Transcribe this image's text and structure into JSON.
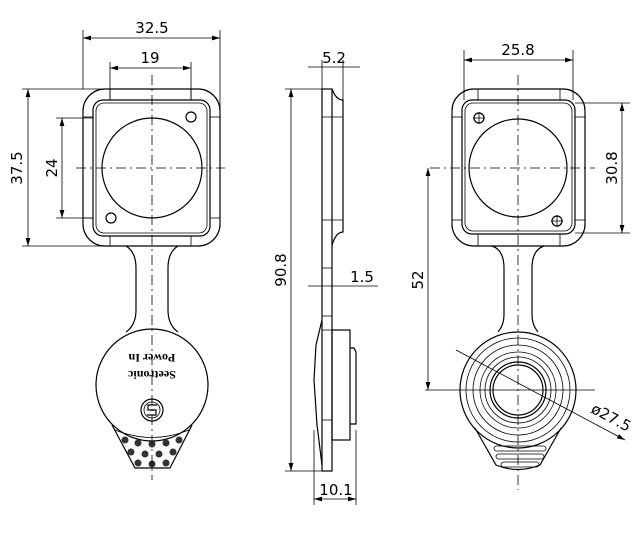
{
  "front_view": {
    "dims": {
      "width": "32.5",
      "hole_spacing_x": "19",
      "height": "37.5",
      "hole_spacing_y": "24"
    },
    "cap_text": {
      "brand": "Seetronic",
      "label": "Power In"
    }
  },
  "side_view": {
    "dims": {
      "flange": "5.2",
      "total_length": "90.8",
      "strap": "1.5",
      "cap_depth": "10.1"
    }
  },
  "back_view": {
    "dims": {
      "width": "25.8",
      "height": "30.8",
      "center_distance": "52",
      "diameter": "ø27.5"
    }
  }
}
